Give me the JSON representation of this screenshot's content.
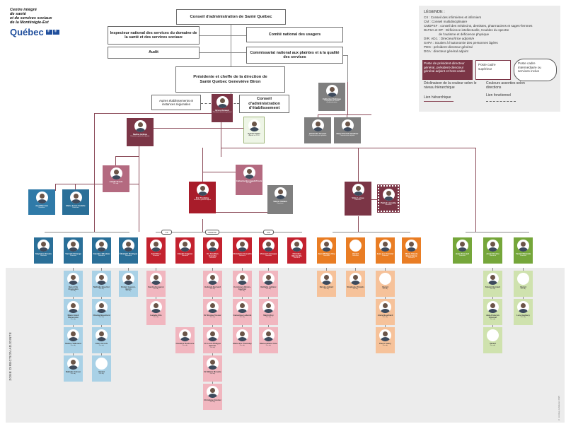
{
  "logo": {
    "line1": "Centre intégré",
    "line2": "de santé",
    "line3": "et de services sociaux",
    "line4": "de la Montérégie-Est",
    "wordmark": "Québec",
    "brand_color": "#1f4e9c"
  },
  "top": {
    "board": "Conseil d'administration de Santé Québec",
    "inspector": "Inspecteur national des services du domaine de la santé et des services sociaux",
    "audit": "Audit",
    "users": "Comité national des usagers",
    "commissioner": "Commissariat national aux plaintes et à la qualité des services",
    "ceo": "Présidente et cheffe de la direction de Santé Québec Geneviève Biron",
    "other_bodies": "Autres établissements et instances régionales",
    "estab_board": "Conseil d'administration d'établissement"
  },
  "legend": {
    "title": "LÉGENDE :",
    "lines": [
      "CII : Conseil des infirmières et infirmiers",
      "CM : Conseil multidisciplinaire",
      "CMDPSF : conseil des médecins, dentistes, pharmaciens et sages-femmes",
      "DLTSA et DP : Déficience intellectuelle, troubles du spectre",
      "de l'autisme et déficience physique",
      "DIR. ADJ. : Directeur/trice adjoint/e",
      "SAPA : Soutien à l'autonomie des personnes âgées",
      "PDG : président-directeur général",
      "DGA : directeur général adjoint"
    ],
    "key_exec": "Poste de président-directeur général, président-directeur général adjoint et hors-cadre",
    "key_senior": "Poste cadre supérieur",
    "key_middle": "Poste cadre intermédiaire ou services inclus",
    "color_note": "Déclinaison de la couleur selon le niveau hiérarchique",
    "color_dir": "Couleurs assorties selon directions",
    "link_h": "Lien hiérarchique",
    "link_f": "Lien fonctionnel"
  },
  "badges": [
    "CII",
    "CMDPSF",
    "CM"
  ],
  "zone_label": "ZONE DIRECTION ADJOINTE",
  "credit": "© Lindsay LeMaster 2025",
  "people": {
    "pdg": {
      "name": "Bruno Renaud",
      "title": "Président-directeur général"
    },
    "dga1": {
      "name": "Nadine Gélinas",
      "title": "Directrice générale adjointe"
    },
    "adv": {
      "name": "Sylvain Dubé",
      "title": "Adjoint au PDG"
    },
    "admin": {
      "name": "Catherine Rodrigue",
      "title": "Présidente du conseil d'administration"
    },
    "rep1": {
      "name": "Alexandre Gervais",
      "title": "Commissaire aux plaintes"
    },
    "rep2": {
      "name": "Marie-Pascale Gauthier",
      "title": "Commissaire adjointe"
    },
    "pink1": {
      "name": "Amélie Proulx",
      "title": "Dir. adj."
    },
    "blue1": {
      "name": "Joel Marcoux",
      "title": "Directeur"
    },
    "blue2": {
      "name": "Marie-Josée Audette",
      "title": "Directrice"
    },
    "red_chief": {
      "name": "Éric Tremblay",
      "title": "Directeur général adjoint"
    },
    "pink2": {
      "name": "Catherine Bourgault-Proulx",
      "title": "Dir. adj."
    },
    "grey1": {
      "name": "Valérie Vaillant",
      "title": "Directrice"
    },
    "grey2": {
      "name": "Vicky Larose",
      "title": "Directrice"
    },
    "maroon2": {
      "name": "Patrick Lamothe",
      "title": "Directeur"
    }
  },
  "level1": [
    {
      "name": "Stephane Brooks",
      "title": "Directeur",
      "color": "c-blue"
    },
    {
      "name": "Yannick Roberge",
      "title": "Directeur",
      "color": "c-blue"
    },
    {
      "name": "Caroline Bilodeau",
      "title": "Directrice",
      "color": "c-blue"
    },
    {
      "name": "Élizabeth Rodrigue",
      "title": "Directrice",
      "color": "c-blue"
    },
    {
      "name": "Ariel Ross",
      "title": "Directeur",
      "color": "c-red"
    },
    {
      "name": "Claudie Gagnon",
      "title": "Directrice",
      "color": "c-red"
    },
    {
      "name": "Dr Jonathan Frenette",
      "title": "Directeur",
      "color": "c-red"
    },
    {
      "name": "Christiane Gosselin",
      "title": "Directrice",
      "color": "c-red"
    },
    {
      "name": "Vincent Lévesque",
      "title": "Directeur",
      "color": "c-red"
    },
    {
      "name": "Christine Mandeville",
      "title": "Directrice",
      "color": "c-red"
    },
    {
      "name": "Jean-Philippe Roy",
      "title": "Directeur",
      "color": "c-orange"
    },
    {
      "name": "Vacant",
      "title": "Directeur",
      "color": "c-orange"
    },
    {
      "name": "Jean-Luc Cormier",
      "title": "Directeur",
      "color": "c-orange"
    },
    {
      "name": "Marie-Claude Beauchamp",
      "title": "Directrice",
      "color": "c-orange"
    },
    {
      "name": "Jean Brassard",
      "title": "Directeur",
      "color": "c-green"
    },
    {
      "name": "Annie Brochu",
      "title": "Directrice",
      "color": "c-green"
    },
    {
      "name": "Yanick Maranda",
      "title": "Directeur",
      "color": "c-green"
    }
  ],
  "level2": [
    {
      "name": "Benoit De Champlain",
      "title": "Dir. adj.",
      "color": "c-lblue"
    },
    {
      "name": "Nathalie Boucher",
      "title": "Dir. adj.",
      "color": "c-lblue"
    },
    {
      "name": "Marie-Soleil Plamondon",
      "title": "Dir. adj.",
      "color": "c-lblue"
    },
    {
      "name": "Chantal Bouchard",
      "title": "Dir. adj.",
      "color": "c-lblue"
    },
    {
      "name": "Nadine Vallerand",
      "title": "Dir. adj.",
      "color": "c-lblue"
    },
    {
      "name": "Gilles Groulx",
      "title": "Dir. adj.",
      "color": "c-lblue"
    },
    {
      "name": "Nathalie Colson",
      "title": "Dir. adj.",
      "color": "c-lblue"
    },
    {
      "name": "Vacant",
      "title": "Dir. adj.",
      "color": "c-lblue"
    },
    {
      "name": "Robert Lauzon-Bertin",
      "title": "Dir. adj.",
      "color": "c-lblue"
    },
    {
      "name": "Sandra Bergeron",
      "title": "Dir. adj.",
      "color": "c-lpink"
    },
    {
      "name": "Isabelle Otis",
      "title": "Dir. adj.",
      "color": "c-lpink"
    },
    {
      "name": "Gabriela Bernard",
      "title": "Dir. adj.",
      "color": "c-lpink"
    },
    {
      "name": "Dr Nicolas Tessier",
      "title": "Dir. adj.",
      "color": "c-lpink"
    },
    {
      "name": "Dr Louis-Philippe Bernier",
      "title": "Dir. adj.",
      "color": "c-lpink"
    },
    {
      "name": "Dr Mélina Monette",
      "title": "Dir. adj.",
      "color": "c-lpink"
    },
    {
      "name": "Christiane Grenier",
      "title": "Dir. adj.",
      "color": "c-lpink"
    },
    {
      "name": "Constance Binois-Gauthier",
      "title": "Dir. adj.",
      "color": "c-lpink"
    },
    {
      "name": "Geneviève Labonté",
      "title": "Dir. adj.",
      "color": "c-lpink"
    },
    {
      "name": "Marie-Eve Tremblay",
      "title": "Dir. adj.",
      "color": "c-lpink"
    },
    {
      "name": "Nathalie Leblanc",
      "title": "Dir. adj.",
      "color": "c-lpink"
    },
    {
      "name": "Martin Roy",
      "title": "Dir. adj.",
      "color": "c-lpink"
    },
    {
      "name": "Marie-Hélène Côté",
      "title": "Dir. adj.",
      "color": "c-lpink"
    },
    {
      "name": "Claudine Duchesne",
      "title": "Dir. adj.",
      "color": "c-lpink"
    },
    {
      "name": "Nicolas Hébert",
      "title": "Dir. adj.",
      "color": "c-lorange"
    },
    {
      "name": "Stéphanie Paradis",
      "title": "Dir. adj.",
      "color": "c-lorange"
    },
    {
      "name": "Vacant",
      "title": "Dir. adj.",
      "color": "c-lorange"
    },
    {
      "name": "Annie Bouchard",
      "title": "Dir. adj.",
      "color": "c-lorange"
    },
    {
      "name": "Pierre Aubry",
      "title": "Dir. adj.",
      "color": "c-lorange"
    },
    {
      "name": "Sylvain Bernard",
      "title": "Dir. adj.",
      "color": "c-lgreen"
    },
    {
      "name": "Vacant",
      "title": "Dir. adj.",
      "color": "c-lgreen"
    },
    {
      "name": "Jean-François Ottoman",
      "title": "Dir. adj.",
      "color": "c-lgreen"
    },
    {
      "name": "Luce Gadoury",
      "title": "Dir. adj.",
      "color": "c-lgreen"
    },
    {
      "name": "Vacant",
      "title": "Dir. adj.",
      "color": "c-lgreen"
    }
  ]
}
